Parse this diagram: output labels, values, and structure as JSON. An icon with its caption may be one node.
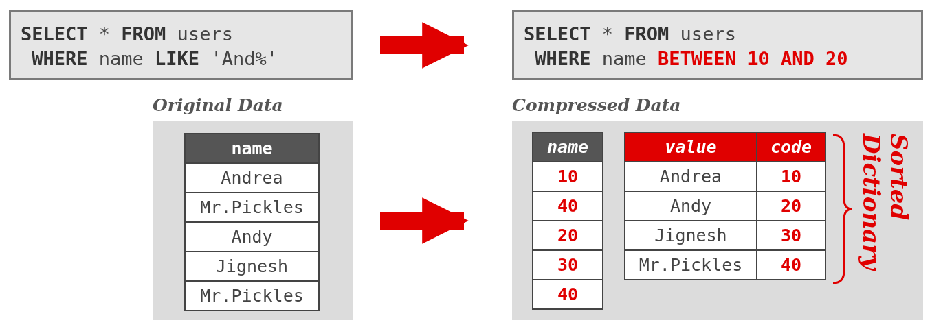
{
  "diagram": {
    "nodes": [
      {
        "text": [
          "**SELECT** * **FROM** users **WHERE** name **LIKE** 'And%'"
        ]
      },
      {
        "text": [
          "**SELECT** * **FROM** users **WHERE** name **BETWEEN 10 AND 20**"
        ]
      },
      {
        "text": [
          "Original Data"
        ]
      },
      {
        "text": [
          "Compressed Data"
        ]
      },
      {
        "text": [
          "name",
          "Andrea",
          "Mr.Pickles",
          "Andy",
          "Jignesh",
          "Mr.Pickles"
        ],
        "in": 2
      },
      {
        "text": [
          "name",
          "10",
          "40",
          "20",
          "30",
          "40"
        ],
        "in": 3
      },
      {
        "text": [
          "value",
          "code",
          "Andrea",
          "10",
          "Andy",
          "20",
          "Jignesh",
          "30",
          "Mr.Pickles",
          "40"
        ],
        "in": 3
      }
    ],
    "edges": [
      {
        "from": 0,
        "to": 1,
        "arrow": "to"
      },
      {
        "from": 2,
        "to": 3,
        "arrow": "to"
      }
    ],
    "labels": [
      "Sorted Dictionary"
    ]
  }
}
